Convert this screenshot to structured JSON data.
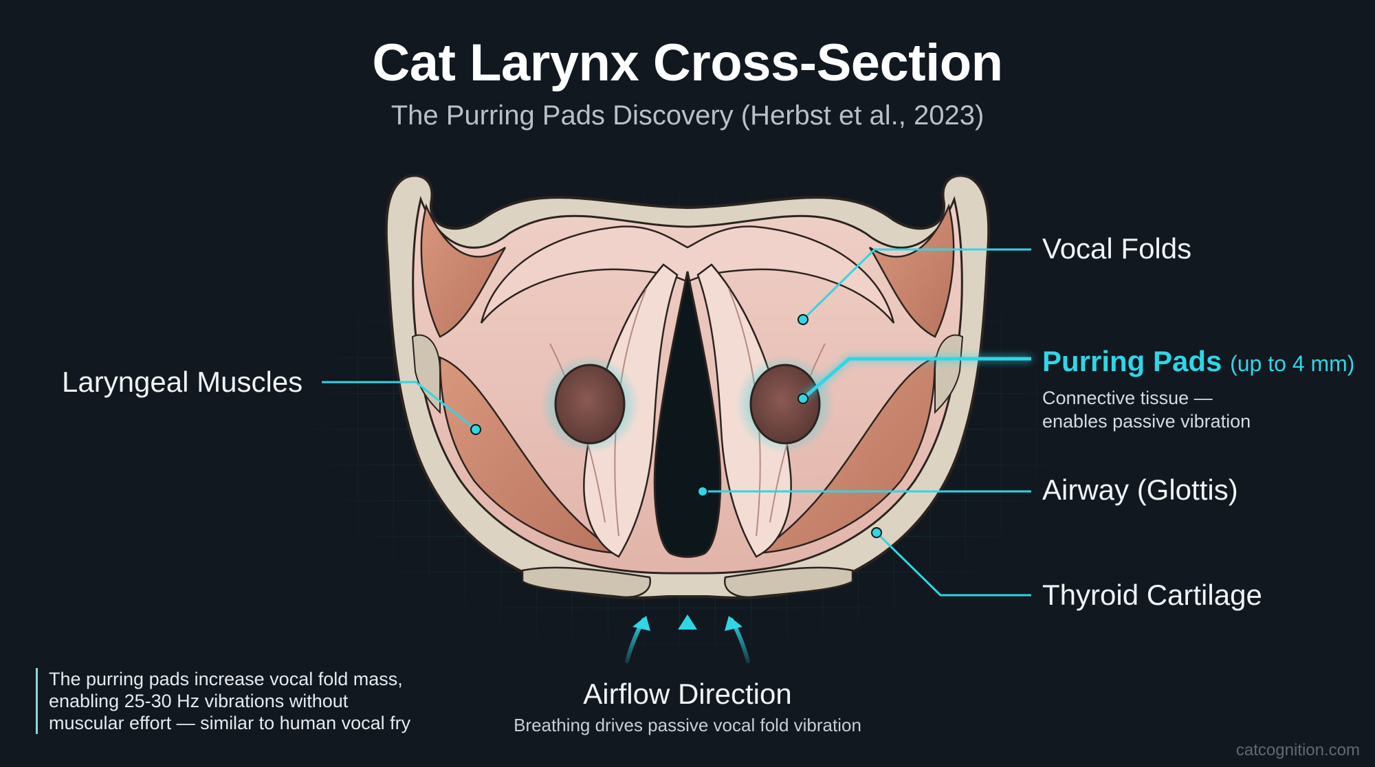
{
  "title": "Cat Larynx Cross-Section",
  "subtitle": "The Purring Pads Discovery (Herbst et al., 2023)",
  "labels": {
    "vocal_folds": "Vocal Folds",
    "purring_pads": "Purring Pads",
    "purring_pads_size": "(up to 4 mm)",
    "purring_pads_desc_1": "Connective tissue —",
    "purring_pads_desc_2": "enables passive vibration",
    "laryngeal_muscles": "Laryngeal Muscles",
    "airway": "Airway (Glottis)",
    "thyroid_cartilage": "Thyroid Cartilage"
  },
  "airflow": {
    "title": "Airflow Direction",
    "subtitle": "Breathing drives passive vocal fold vibration"
  },
  "note": {
    "line1": "The purring pads increase vocal fold mass,",
    "line2": "enabling 25-30 Hz vibrations without",
    "line3": "muscular effort — similar to human vocal fry"
  },
  "watermark": "catcognition.com",
  "colors": {
    "background": "#111820",
    "accent": "#2fd6e6",
    "cartilage": "#ddd3c2",
    "tissue": "#e7bfb6",
    "muscle": "#c98a72",
    "airway": "#0c161b",
    "pad": "#7a4a44"
  }
}
